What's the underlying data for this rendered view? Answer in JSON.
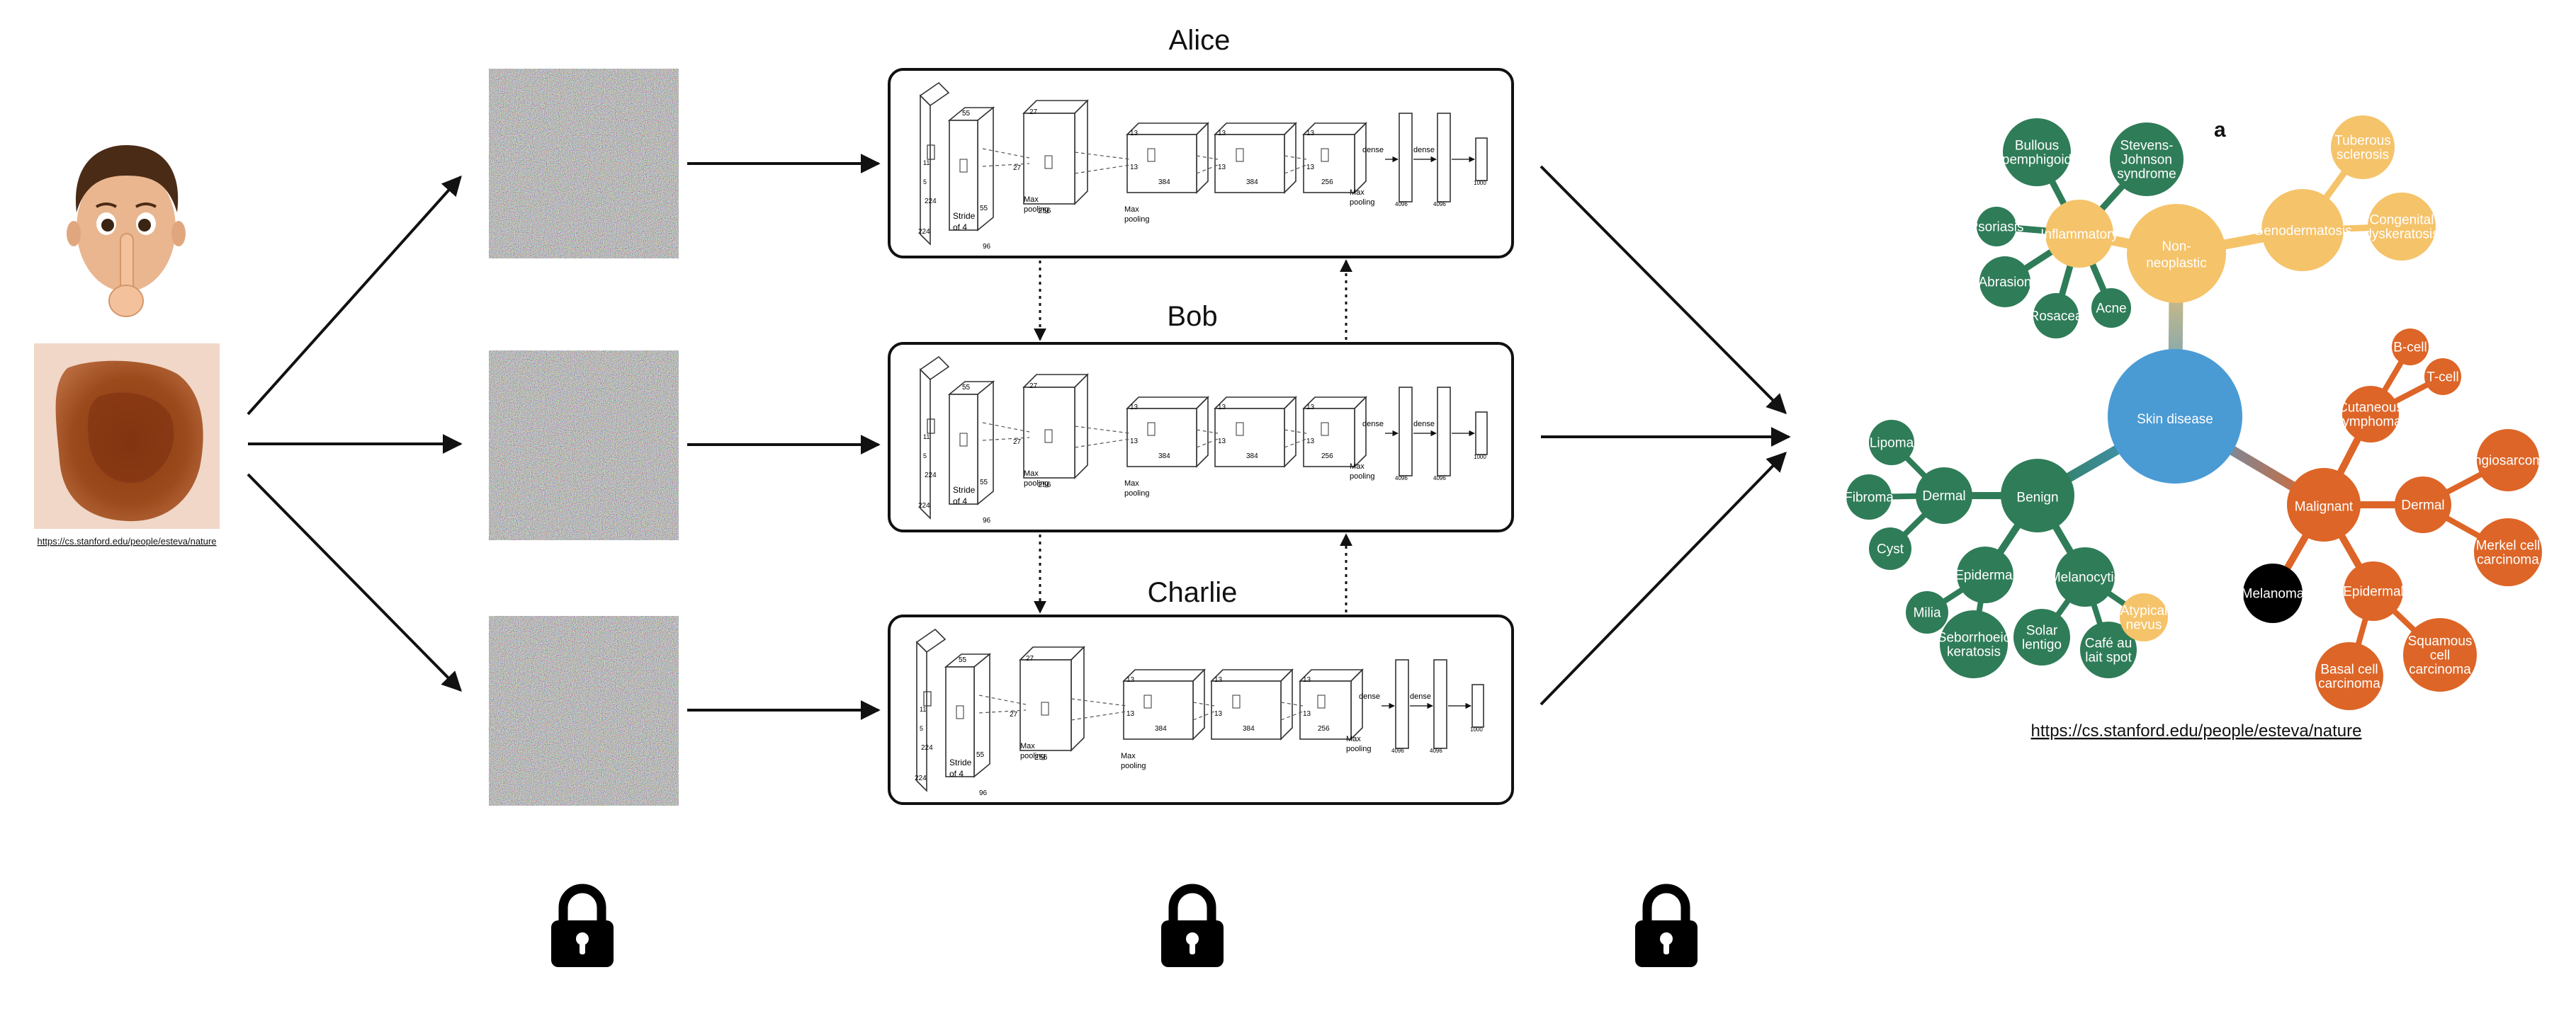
{
  "source_link": "https://cs.stanford.edu/people/esteva/nature",
  "parties": [
    "Alice",
    "Bob",
    "Charlie"
  ],
  "cnn_labels": {
    "n224": "224",
    "n11": "11",
    "n5": "5",
    "n55": "55",
    "n27": "27",
    "n13": "13",
    "n96": "96",
    "n256": "256",
    "n384": "384",
    "n4096": "4096",
    "n1000": "1000",
    "stride": "Stride",
    "of4": "of 4",
    "max": "Max",
    "pooling": "pooling",
    "dense": "dense"
  },
  "taxonomy": {
    "panel_letter": "a",
    "root": "Skin disease",
    "non_neoplastic": "Non-\nneoplastic",
    "inflammatory": "Inflammatory",
    "genodermatosis": "Genodermatosis",
    "bullous": "Bullous\npemphigoid",
    "stevens": "Stevens-\nJohnson\nsyndrome",
    "psoriasis": "Psoriasis",
    "abrasion": "Abrasion",
    "rosacea": "Rosacea",
    "acne": "Acne",
    "tuberous": "Tuberous\nsclerosis",
    "congenital": "Congenital\ndyskeratosis",
    "benign": "Benign",
    "dermal_b": "Dermal",
    "lipoma": "Lipoma",
    "fibroma": "Fibroma",
    "cyst": "Cyst",
    "epidermal_b": "Epidermal",
    "milia": "Milia",
    "seborrhoeic": "Seborrhoeic\nkeratosis",
    "melanocytic_b": "Melanocytic",
    "solar": "Solar\nlentigo",
    "cafe": "Café au\nlait spot",
    "atypical": "Atypical\nnevus",
    "malignant": "Malignant",
    "cutaneous": "Cutaneous\nlymphoma",
    "bcell": "B-cell",
    "tcell": "T-cell",
    "dermal_m": "Dermal",
    "angiosarcoma": "Angiosarcoma",
    "merkel": "Merkel cell\ncarcinoma",
    "epidermal_m": "Epidermal",
    "basal": "Basal cell\ncarcinoma",
    "squamous": "Squamous\ncell\ncarcinoma",
    "melanoma": "Melanoma"
  },
  "colors": {
    "green": "#2f7c58",
    "yellow": "#f5c36a",
    "orange": "#dd6527",
    "blue": "#4a9bd4",
    "black": "#000000"
  },
  "icons": [
    "face-shush-icon",
    "skin-lesion-photo",
    "noise-image",
    "lock-icon"
  ]
}
